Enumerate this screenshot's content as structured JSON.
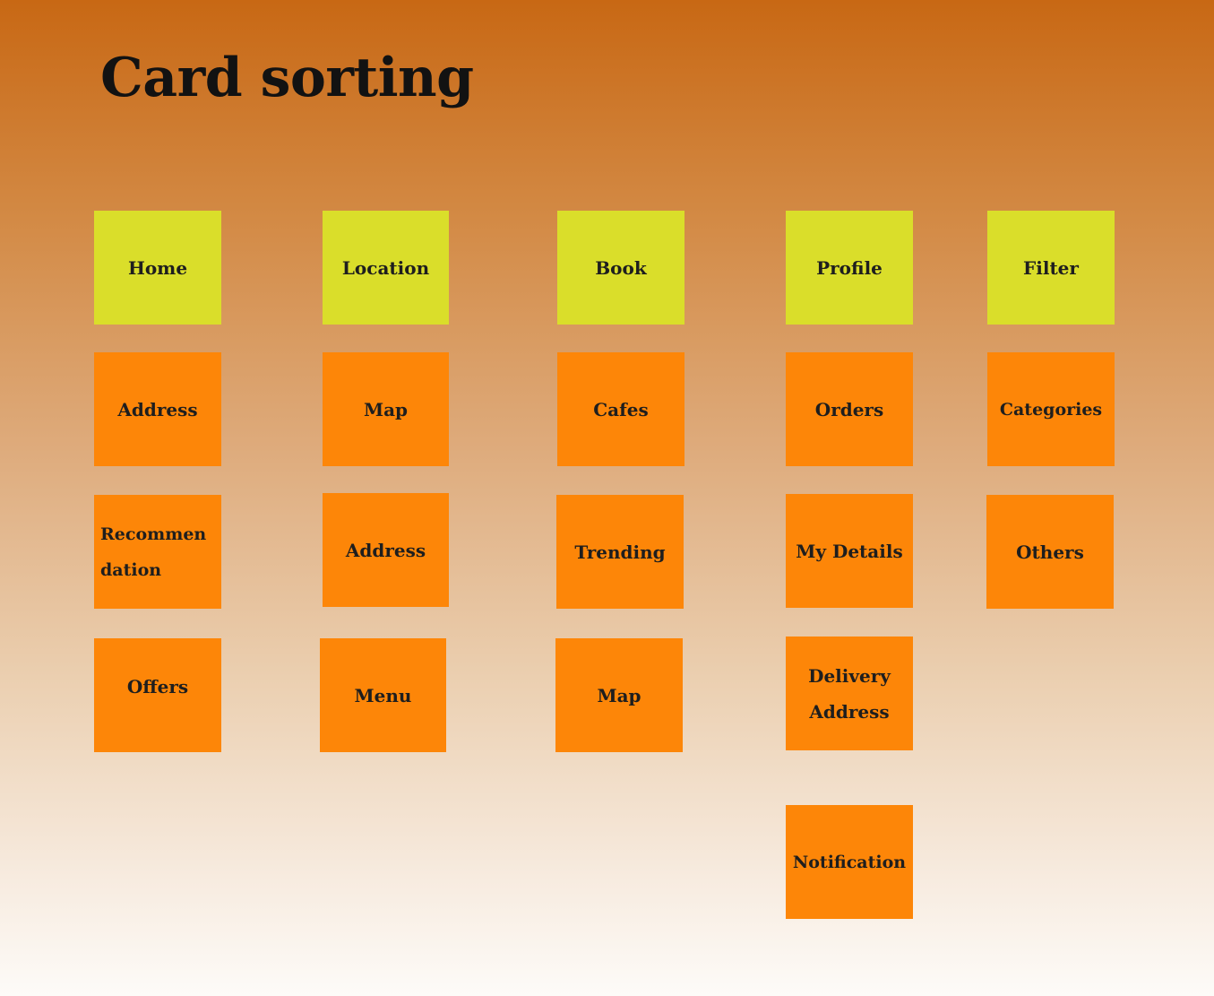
{
  "title": "Card sorting",
  "colors": {
    "category_card": "#dade2a",
    "item_card": "#fd8608",
    "background_top": "#c86814",
    "background_bottom": "#fdfbf8"
  },
  "columns": [
    {
      "header": "Home",
      "items": [
        "Address",
        "Recommen\ndation",
        "Offers"
      ]
    },
    {
      "header": "Location",
      "items": [
        "Map",
        "Address",
        "Menu"
      ]
    },
    {
      "header": "Book",
      "items": [
        "Cafes",
        "Trending",
        "Map"
      ]
    },
    {
      "header": "Profile",
      "items": [
        "Orders",
        "My Details",
        "Delivery\nAddress",
        "Notification"
      ]
    },
    {
      "header": "Filter",
      "items": [
        "Categories",
        "Others"
      ]
    }
  ]
}
